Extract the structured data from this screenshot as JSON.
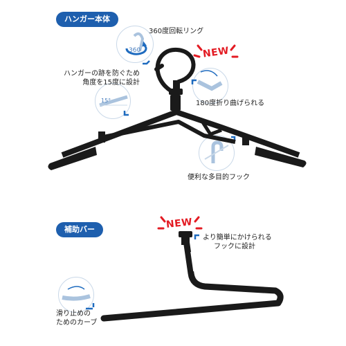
{
  "sections": {
    "main_label": "ハンガー本体",
    "aux_label": "補助バー"
  },
  "callouts": {
    "rotating_ring": "360度回転リング",
    "rotation_badge": "360",
    "angle_note_line1": "ハンガーの跡を防ぐため",
    "angle_note_line2": "角度を15度に設計",
    "angle_badge": "15°",
    "fold": "180度折り曲げられる",
    "hook": "便利な多目的フック",
    "new_badge_top": "NEW",
    "easy_hook_line1": "より簡単にかけられる",
    "easy_hook_line2": "フックに設計",
    "new_badge_bottom": "NEW",
    "anti_slip_line1": "滑り止めの",
    "anti_slip_line2": "ためのカーブ"
  },
  "colors": {
    "pill_blue": "#1e5fae",
    "accent_blue": "#1e6bbf",
    "hanger_black": "#1a1a1a",
    "new_red": "#e31b23"
  }
}
